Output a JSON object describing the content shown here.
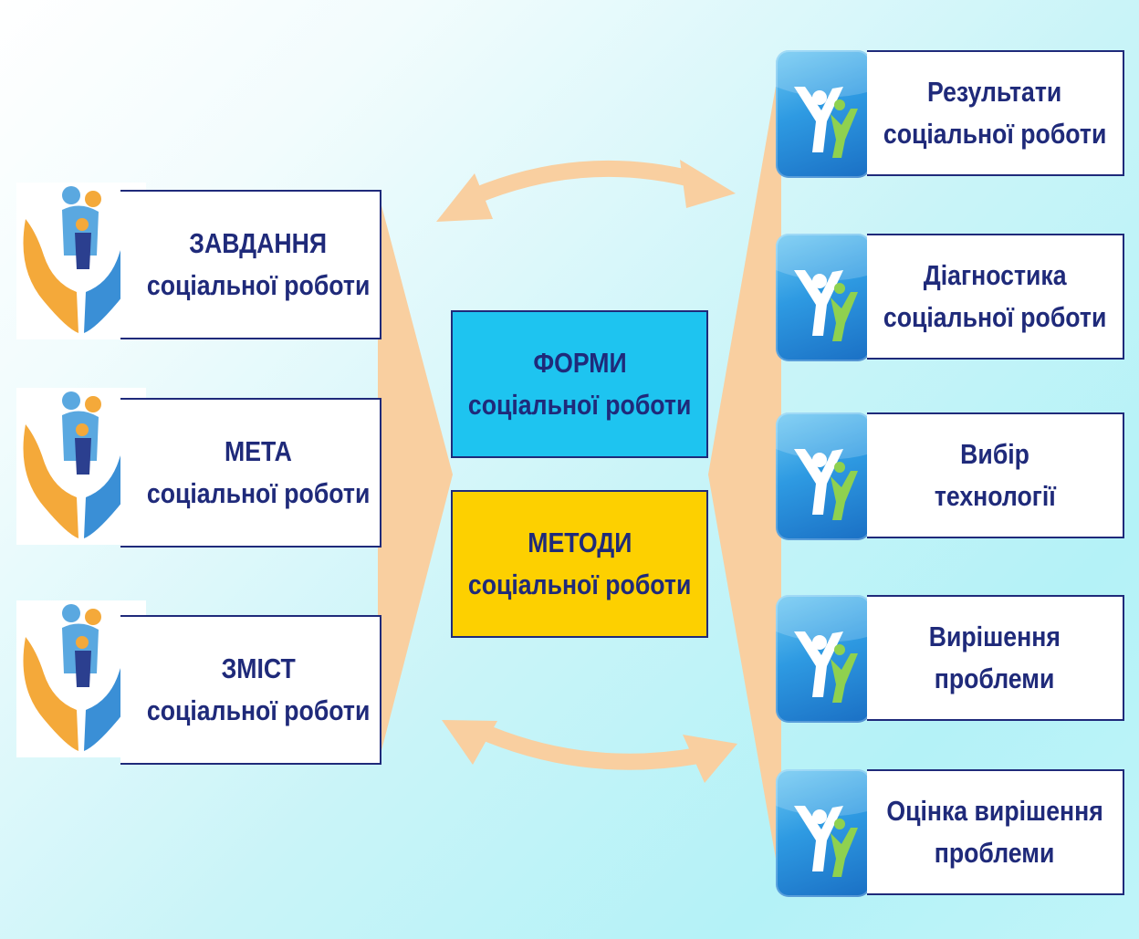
{
  "left_items": [
    {
      "title": "ЗАВДАННЯ",
      "subtitle": "соціальної роботи"
    },
    {
      "title": "МЕТА",
      "subtitle": "соціальної роботи"
    },
    {
      "title": "ЗМІСТ",
      "subtitle": "соціальної роботи"
    }
  ],
  "center_items": [
    {
      "title": "ФОРМИ",
      "subtitle": "соціальної роботи",
      "color": "#1ec4f0"
    },
    {
      "title": "МЕТОДИ",
      "subtitle": "соціальної роботи",
      "color": "#fdd000"
    }
  ],
  "right_items": [
    {
      "line1": "Результати",
      "line2": "соціальної роботи"
    },
    {
      "line1": "Діагностика",
      "line2": "соціальної роботи"
    },
    {
      "line1": "Вибір",
      "line2": "технології"
    },
    {
      "line1": "Вирішення",
      "line2": "проблеми"
    },
    {
      "line1": "Оцінка вирішення",
      "line2": "проблеми"
    }
  ],
  "colors": {
    "border": "#1f2a7a",
    "text": "#1f2a7a",
    "connector": "#f9cfa0",
    "left_icon_icon": "hands-family-icon",
    "right_icon_icon": "people-figures-icon"
  }
}
